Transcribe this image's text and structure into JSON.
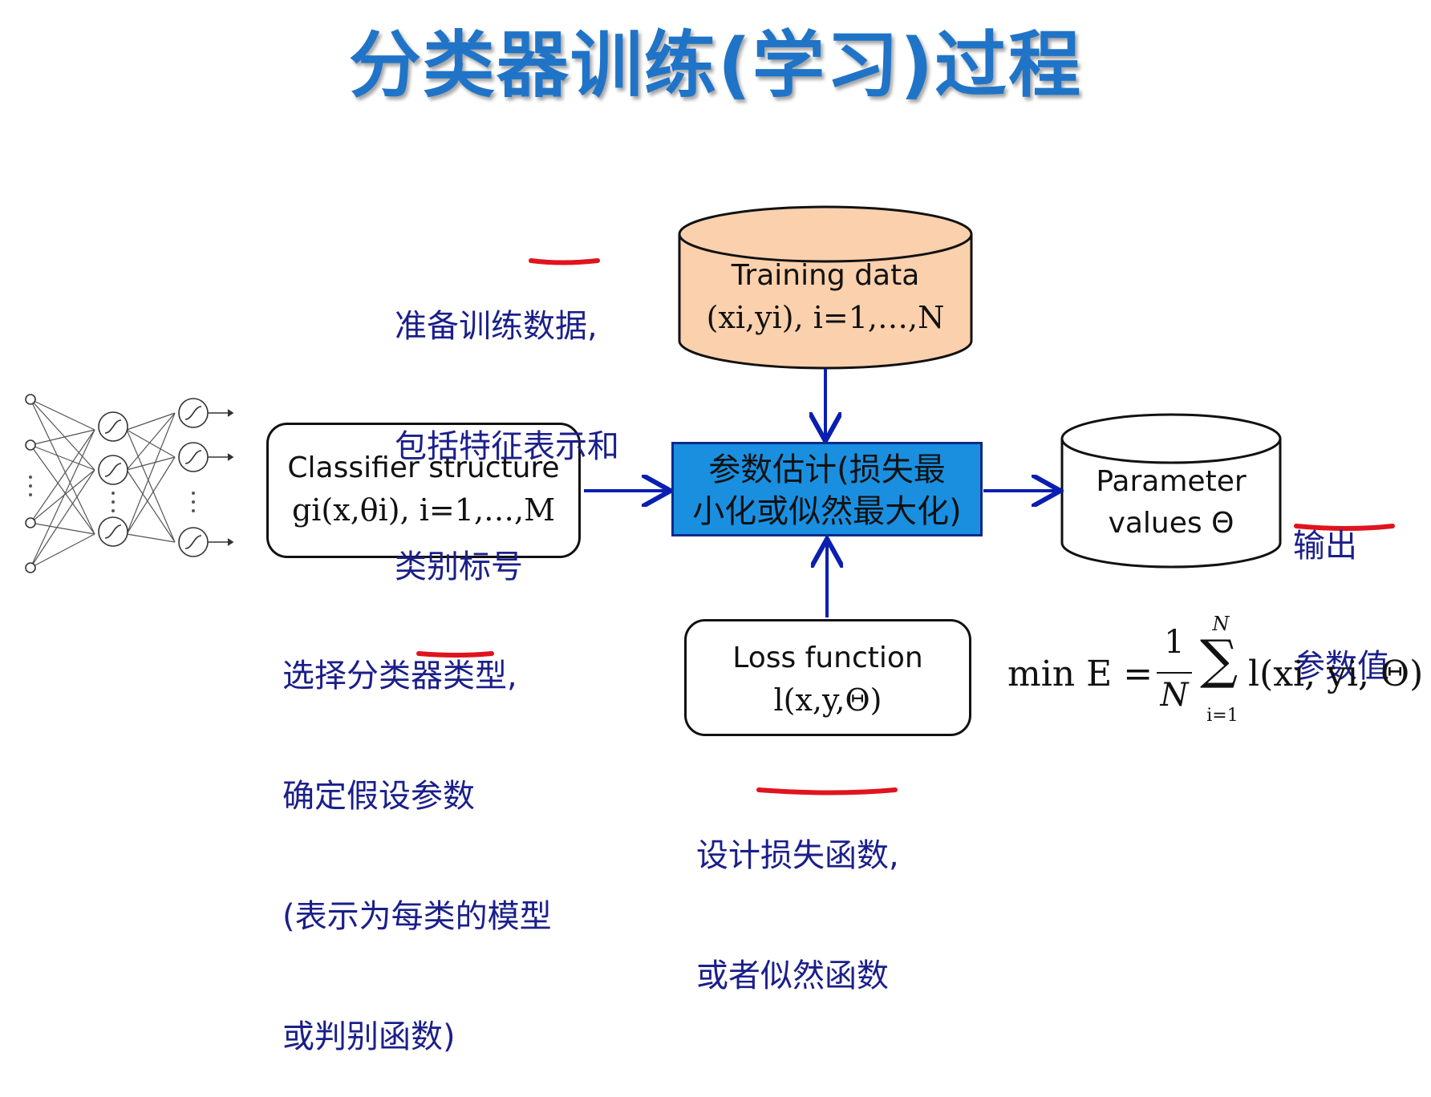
{
  "title": "分类器训练(学习)过程",
  "notes": {
    "data_note_line1_prefix": "准备训练",
    "data_note_line1_underlined": "数据",
    "data_note_line1_suffix": ",",
    "data_note_line2": "包括特征表示和",
    "data_note_line3": "类别标号",
    "classifier_note_line1": "选择分类器类型,",
    "classifier_note_line2_prefix": "确定假设",
    "classifier_note_line2_underlined": "参数",
    "classifier_note_line3": "(表示为每类的模型",
    "classifier_note_line4": "或判别函数)",
    "output_note_line1": "输出",
    "output_note_line2": "参数值",
    "loss_note_line1_prefix": "设计",
    "loss_note_line1_underlined": "损失函数",
    "loss_note_line1_suffix": ",",
    "loss_note_line2": "或者似然函数"
  },
  "boxes": {
    "training_data_label": "Training data",
    "training_data_formula": "(xi,yi), i=1,…,N",
    "classifier_label": "Classifier structure",
    "classifier_formula": "gi(x,θi), i=1,…,M",
    "estimation_line1": "参数估计(损失最",
    "estimation_line2": "小化或似然最大化)",
    "parameter_line1": "Parameter",
    "parameter_line2": "values Θ",
    "loss_label": "Loss function",
    "loss_formula": "l(x,y,Θ)"
  },
  "equation": {
    "lhs": "min E =",
    "frac_num": "1",
    "frac_den": "N",
    "sum_top": "N",
    "sum_bottom": "i=1",
    "term": "l(xi, yi, Θ)"
  },
  "colors": {
    "title": "#1f74c8",
    "note_text": "#1b1f8a",
    "arrow": "#0a1fb0",
    "underline": "#e0141e",
    "cylinder_orange": "#fad0ad",
    "center_box": "#1a8fe0"
  },
  "icons": [
    "neural-network-icon",
    "sigmoid-node-icon"
  ]
}
